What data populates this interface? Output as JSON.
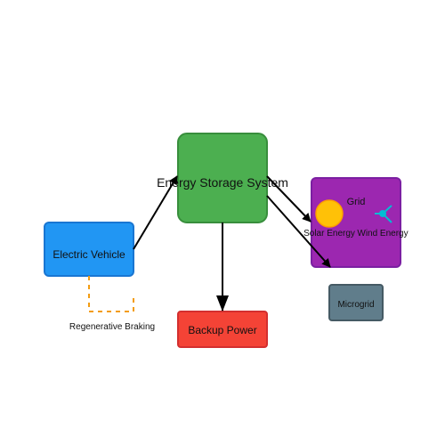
{
  "nodes": {
    "ess": {
      "label": "Energy Storage System",
      "color": "#4CAF50",
      "stroke": "#388E3C"
    },
    "ev": {
      "label": "Electric Vehicle",
      "color": "#2196F3",
      "stroke": "#1976D2"
    },
    "grid": {
      "label": "Grid",
      "color": "#9C27B0",
      "stroke": "#7B1FA2"
    },
    "backup": {
      "label": "Backup Power",
      "color": "#F44336",
      "stroke": "#D32F2F"
    },
    "microgrid": {
      "label": "Microgrid",
      "color": "#607D8B",
      "stroke": "#455A64"
    }
  },
  "grid_contents": {
    "solar": {
      "label": "Solar Energy",
      "icon": "sun-icon",
      "color": "#FFC107"
    },
    "wind": {
      "label": "Wind Energy",
      "icon": "wind-turbine-icon",
      "color": "#00BCD4"
    }
  },
  "edges": {
    "regen_label": "Regenerative Braking",
    "regen_color": "#F39C12"
  }
}
